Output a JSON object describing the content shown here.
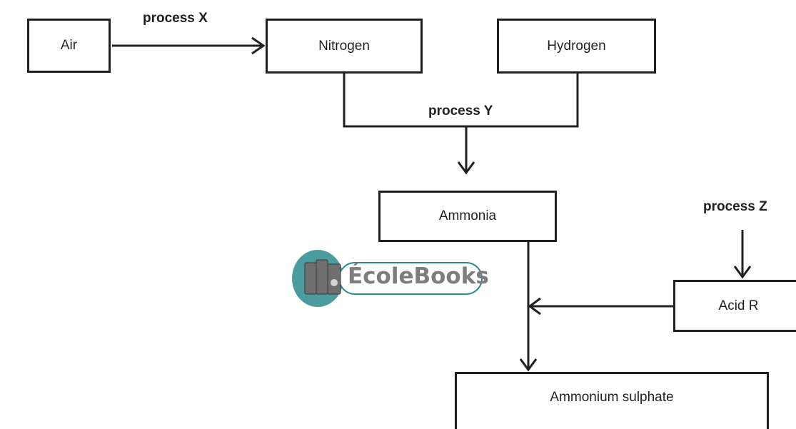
{
  "nodes": {
    "air": "Air",
    "nitrogen": "Nitrogen",
    "hydrogen": "Hydrogen",
    "ammonia": "Ammonia",
    "acid_r": "Acid R",
    "ammonium_sulphate": "Ammonium sulphate"
  },
  "labels": {
    "process_x": "process X",
    "process_y": "process Y",
    "process_z": "process Z"
  },
  "watermark": {
    "text": "ÉcoleBooks",
    "colors": {
      "teal": "#2c8a8e",
      "gray": "#7d7d7d",
      "dark": "#3a3a3a"
    }
  },
  "colors": {
    "line": "#231f20",
    "background": "#ffffff"
  }
}
